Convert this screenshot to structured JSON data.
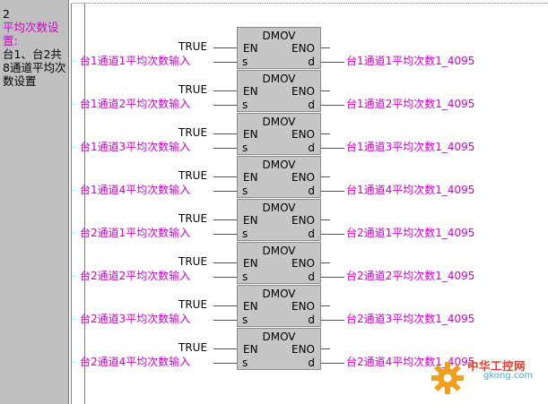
{
  "side_panel": {
    "number": "2",
    "title": "平均次数设置:",
    "description": "台1、台2共8通道平均次数设置"
  },
  "function_blocks": [
    {
      "name": "DMOV",
      "en_input": "TRUE",
      "en_pin": "EN",
      "eno_pin": "ENO",
      "s_pin": "s",
      "d_pin": "d",
      "source": "台1通道1平均次数输入",
      "dest": "台1通道1平均次数1_4095"
    },
    {
      "name": "DMOV",
      "en_input": "TRUE",
      "en_pin": "EN",
      "eno_pin": "ENO",
      "s_pin": "s",
      "d_pin": "d",
      "source": "台1通道2平均次数输入",
      "dest": "台1通道2平均次数1_4095"
    },
    {
      "name": "DMOV",
      "en_input": "TRUE",
      "en_pin": "EN",
      "eno_pin": "ENO",
      "s_pin": "s",
      "d_pin": "d",
      "source": "台1通道3平均次数输入",
      "dest": "台1通道3平均次数1_4095"
    },
    {
      "name": "DMOV",
      "en_input": "TRUE",
      "en_pin": "EN",
      "eno_pin": "ENO",
      "s_pin": "s",
      "d_pin": "d",
      "source": "台1通道4平均次数输入",
      "dest": "台1通道4平均次数1_4095"
    },
    {
      "name": "DMOV",
      "en_input": "TRUE",
      "en_pin": "EN",
      "eno_pin": "ENO",
      "s_pin": "s",
      "d_pin": "d",
      "source": "台2通道1平均次数输入",
      "dest": "台2通道1平均次数1_4095"
    },
    {
      "name": "DMOV",
      "en_input": "TRUE",
      "en_pin": "EN",
      "eno_pin": "ENO",
      "s_pin": "s",
      "d_pin": "d",
      "source": "台2通道2平均次数输入",
      "dest": "台2通道2平均次数1_4095"
    },
    {
      "name": "DMOV",
      "en_input": "TRUE",
      "en_pin": "EN",
      "eno_pin": "ENO",
      "s_pin": "s",
      "d_pin": "d",
      "source": "台2通道3平均次数输入",
      "dest": "台2通道3平均次数1_4095"
    },
    {
      "name": "DMOV",
      "en_input": "TRUE",
      "en_pin": "EN",
      "eno_pin": "ENO",
      "s_pin": "s",
      "d_pin": "d",
      "source": "台2通道4平均次数输入",
      "dest": "台2通道4平均次数1_4095"
    }
  ],
  "watermark": {
    "brand": "中华工控网",
    "site": "gkong.com",
    "icon": "gear-icon",
    "colors": {
      "brand": "#e83c2a",
      "site": "#4aa7d6",
      "gear": "#f0a020"
    }
  },
  "colors": {
    "variable_text": "#d000d0",
    "block_fill": "#c6c6c6",
    "side_panel": "#c0c0c0"
  }
}
